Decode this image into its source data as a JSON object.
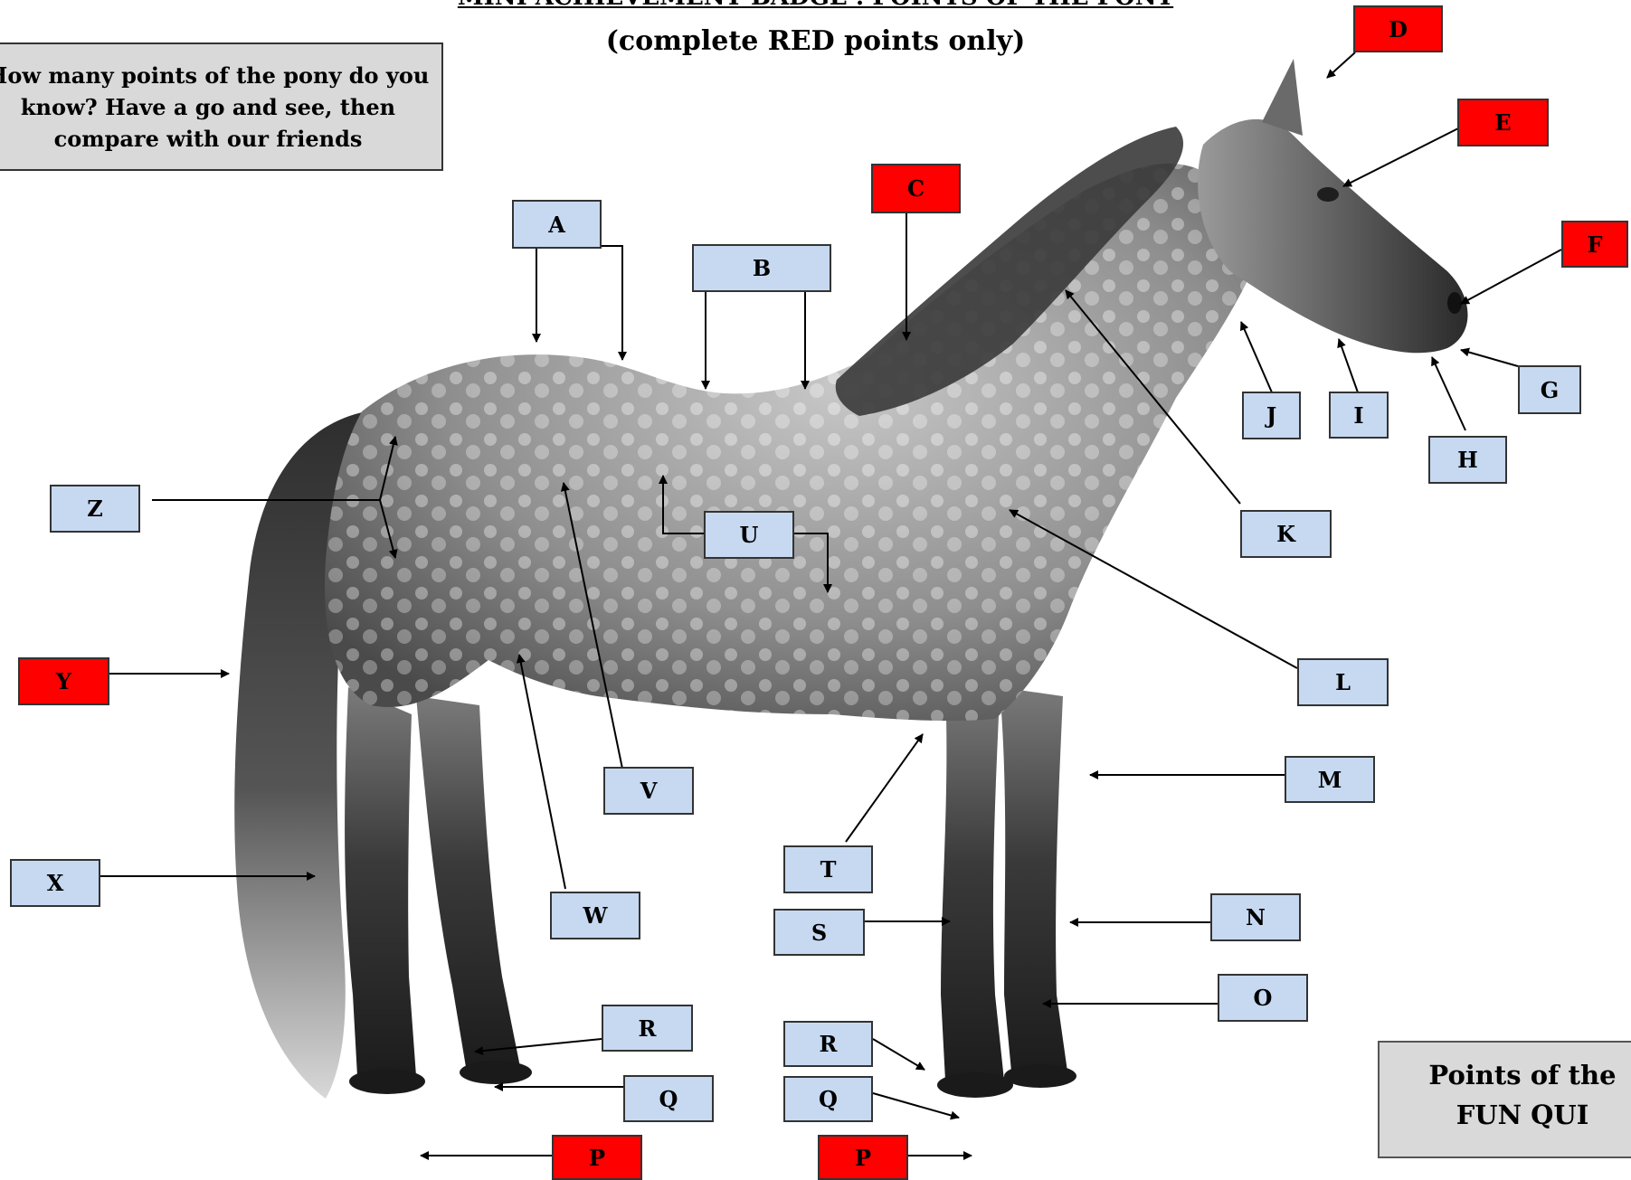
{
  "title": "MINI ACHIEVEMENT BADGE : POINTS OF THE PONY",
  "subtitle": "(complete RED points only)",
  "intro_text": "How many points of the pony do you know?  Have a go and see, then compare with our friends",
  "footer_lines": [
    "Points of the",
    "FUN QUI"
  ],
  "colors": {
    "red_label": "#ff0000",
    "blue_label": "#c6d9f1",
    "info_box": "#d9d9d9"
  },
  "labels": {
    "A": "A",
    "B": "B",
    "C": "C",
    "D": "D",
    "E": "E",
    "F": "F",
    "G": "G",
    "H": "H",
    "I": "I",
    "J": "J",
    "K": "K",
    "L": "L",
    "M": "M",
    "N": "N",
    "O": "O",
    "P1": "P",
    "P2": "P",
    "Q1": "Q",
    "Q2": "Q",
    "R1": "R",
    "R2": "R",
    "S": "S",
    "T": "T",
    "U": "U",
    "V": "V",
    "W": "W",
    "X": "X",
    "Y": "Y",
    "Z": "Z"
  }
}
